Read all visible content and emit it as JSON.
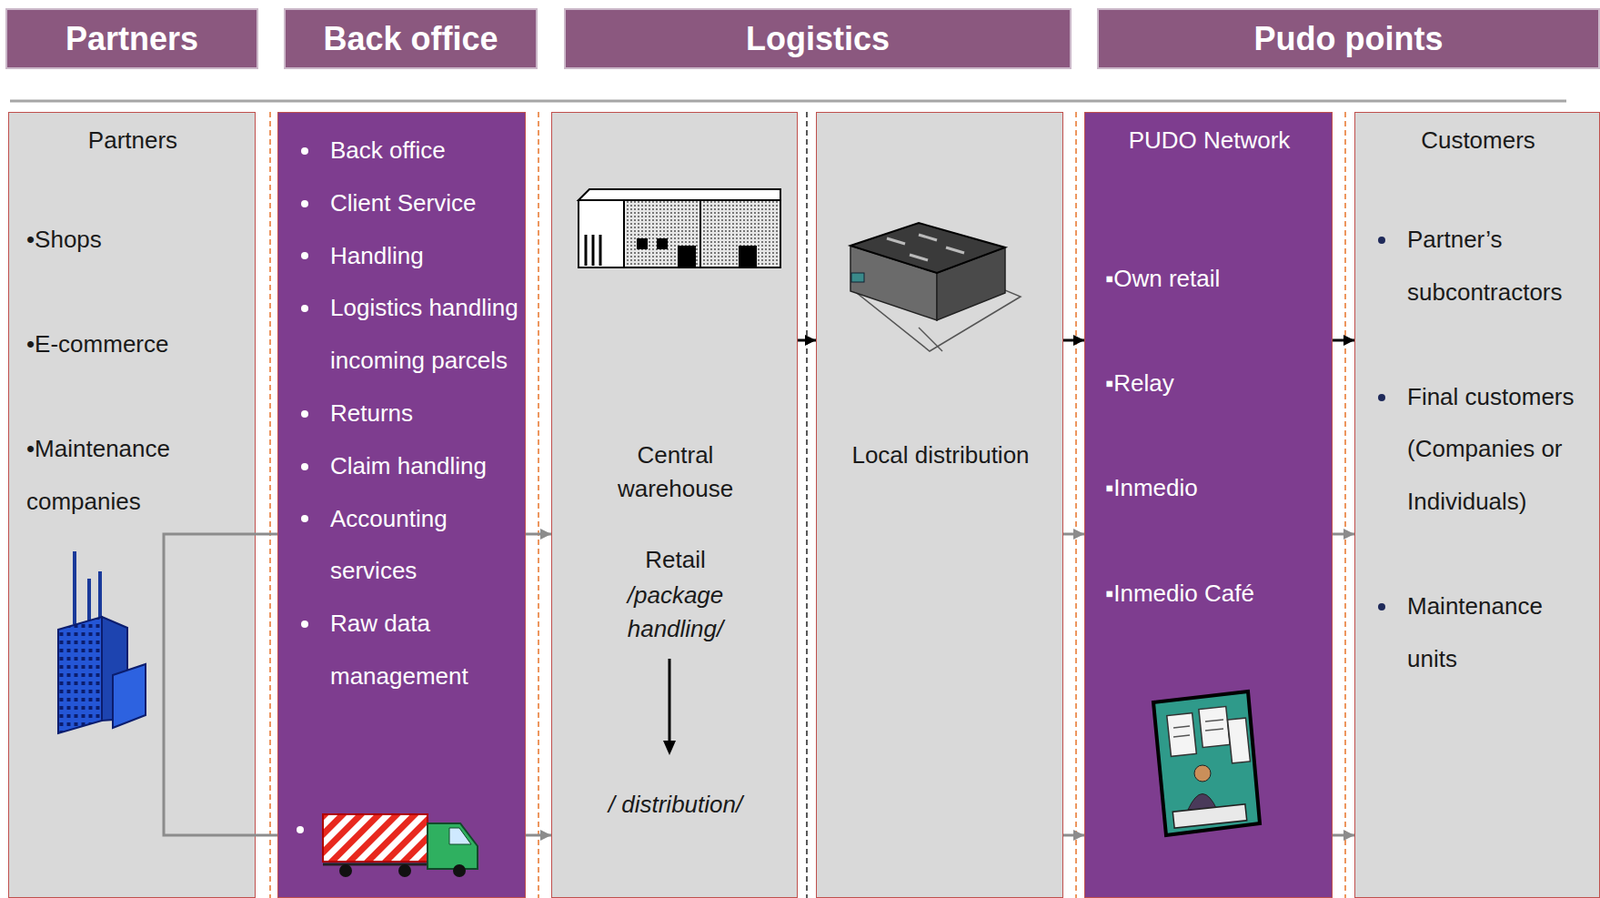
{
  "diagram": {
    "nodes": [
      {
        "text": [
          "Partners"
        ]
      },
      {
        "text": [
          "Back office"
        ]
      },
      {
        "text": [
          "Logistics"
        ]
      },
      {
        "text": [
          "Pudo points"
        ]
      },
      {
        "text": [
          "Partners",
          "•Shops",
          "•E-commerce",
          "•Maintenance companies"
        ]
      },
      {
        "text": [
          "Back office",
          "Client Service",
          "Handling",
          "Logistics handling incoming parcels",
          "Returns",
          "Claim handling",
          "Accounting services",
          "Raw data management"
        ]
      },
      {
        "text": [
          "Central warehouse",
          "Retail",
          "/package handling/",
          "/ distribution/"
        ]
      },
      {
        "text": [
          "Local distribution"
        ]
      },
      {
        "text": [
          "PUDO Network",
          "▪Own retail",
          "▪Relay",
          "▪Inmedio",
          "▪Inmedio Café"
        ]
      },
      {
        "text": [
          "Customers",
          "Partner’s subcontractors",
          "Final customers (Companies or Individuals)",
          "Maintenance units"
        ]
      }
    ],
    "edges": [
      {
        "from": 4,
        "to": 5,
        "arrow": "none"
      },
      {
        "from": 4,
        "to": 5,
        "arrow": "none"
      },
      {
        "from": 5,
        "to": 6,
        "arrow": "to"
      },
      {
        "from": 5,
        "to": 6,
        "arrow": "to"
      },
      {
        "from": 6,
        "to": 7,
        "arrow": "to"
      },
      {
        "from": 7,
        "to": 8,
        "arrow": "to"
      },
      {
        "from": 7,
        "to": 8,
        "arrow": "to"
      },
      {
        "from": 7,
        "to": 8,
        "arrow": "to"
      },
      {
        "from": 8,
        "to": 9,
        "arrow": "to"
      },
      {
        "from": 8,
        "to": 9,
        "arrow": "to"
      },
      {
        "from": 8,
        "to": 9,
        "arrow": "to"
      }
    ]
  }
}
